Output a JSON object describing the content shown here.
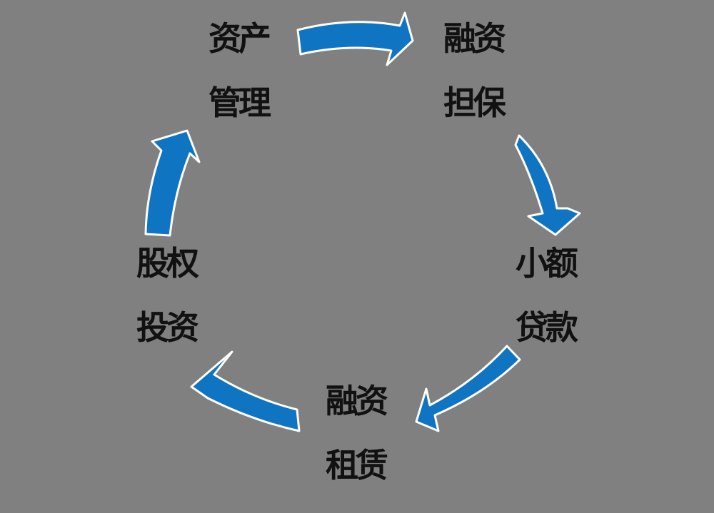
{
  "diagram": {
    "colors": {
      "background": "#808080",
      "arrow_fill": "#0f75c2",
      "arrow_stroke": "#ffffff",
      "text": "#111111"
    },
    "nodes": [
      {
        "id": "asset-management",
        "line1": "资产",
        "line2": "管理"
      },
      {
        "id": "financing-guarantee",
        "line1": "融资",
        "line2": "担保"
      },
      {
        "id": "micro-loan",
        "line1": "小额",
        "line2": "贷款"
      },
      {
        "id": "financial-leasing",
        "line1": "融资",
        "line2": "租赁"
      },
      {
        "id": "equity-investment",
        "line1": "股权",
        "line2": "投资"
      }
    ],
    "arrows": [
      {
        "id": "arrow-1",
        "from": "asset-management",
        "to": "financing-guarantee",
        "icon": "curved-right-arrow-icon"
      },
      {
        "id": "arrow-2",
        "from": "financing-guarantee",
        "to": "micro-loan",
        "icon": "curved-down-arrow-icon"
      },
      {
        "id": "arrow-3",
        "from": "micro-loan",
        "to": "financial-leasing",
        "icon": "curved-left-arrow-icon"
      },
      {
        "id": "arrow-4",
        "from": "financial-leasing",
        "to": "equity-investment",
        "icon": "curved-left-arrow-icon"
      },
      {
        "id": "arrow-5",
        "from": "equity-investment",
        "to": "asset-management",
        "icon": "curved-up-arrow-icon"
      }
    ]
  }
}
